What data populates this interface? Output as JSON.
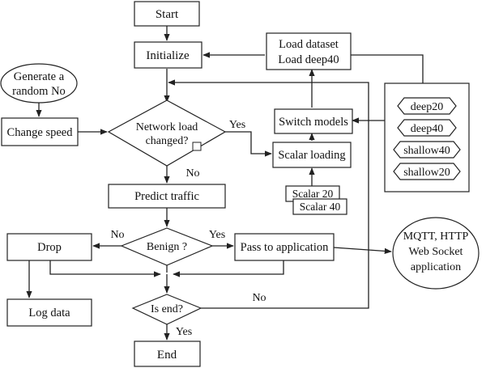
{
  "nodes": {
    "start": "Start",
    "initialize": "Initialize",
    "load_dataset": "Load dataset",
    "load_deep40": "Load deep40",
    "generate_random_line1": "Generate a",
    "generate_random_line2": "random No",
    "change_speed": "Change speed",
    "network_load_line1": "Network load",
    "network_load_line2": "changed?",
    "switch_models": "Switch models",
    "scalar_loading": "Scalar loading",
    "scalar20": "Scalar 20",
    "scalar40": "Scalar 40",
    "predict_traffic": "Predict traffic",
    "benign": "Benign ?",
    "drop": "Drop",
    "pass_to_application": "Pass to application",
    "log_data": "Log data",
    "is_end": "Is end?",
    "end": "End",
    "mqtt_line1": "MQTT, HTTP",
    "mqtt_line2": "Web Socket",
    "mqtt_line3": "application"
  },
  "models": [
    "deep20",
    "deep40",
    "shallow40",
    "shallow20"
  ],
  "edge_labels": {
    "network_yes": "Yes",
    "network_no": "No",
    "benign_no": "No",
    "benign_yes": "Yes",
    "isend_no": "No",
    "isend_yes": "Yes"
  }
}
